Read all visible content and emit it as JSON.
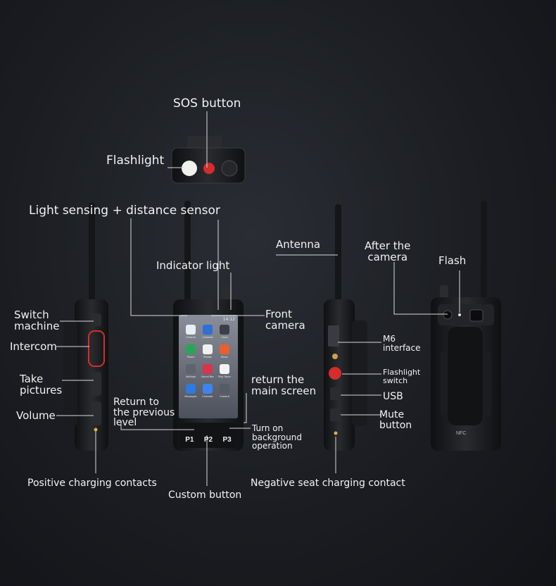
{
  "labels": {
    "sos_button": "SOS button",
    "flashlight_top": "Flashlight",
    "light_sensor": "Light sensing + distance sensor",
    "indicator_light": "Indicator light",
    "front_camera_1": "Front",
    "front_camera_2": "camera",
    "switch_machine_1": "Switch",
    "switch_machine_2": "machine",
    "intercom": "Intercom",
    "take_pictures_1": "Take",
    "take_pictures_2": "pictures",
    "volume": "Volume",
    "return_previous_1": "Return to",
    "return_previous_2": "the previous",
    "return_previous_3": "level",
    "return_main_1": "return the",
    "return_main_2": "main screen",
    "turn_on_bg_1": "Turn on",
    "turn_on_bg_2": "background",
    "turn_on_bg_3": "operation",
    "positive_contacts": "Positive charging contacts",
    "custom_button": "Custom button",
    "negative_contact": "Negative seat charging contact",
    "antenna": "Antenna",
    "after_camera_1": "After the",
    "after_camera_2": "camera",
    "flash": "Flash",
    "m6_interface_1": "M6",
    "m6_interface_2": "interface",
    "flashlight_switch_1": "Flashlight",
    "flashlight_switch_2": "switch",
    "usb": "USB",
    "mute_button_1": "Mute",
    "mute_button_2": "button"
  },
  "device": {
    "keys": [
      "P1",
      "P2",
      "P3"
    ],
    "status_time": "14:12",
    "nfc_label": "NFC"
  },
  "apps": [
    {
      "name": "Chrome",
      "color": "#e9eef2"
    },
    {
      "name": "Contacts",
      "color": "#2e6fd8"
    },
    {
      "name": "Clock",
      "color": "#3a3f4a"
    },
    {
      "name": "Phone",
      "color": "#2aa557"
    },
    {
      "name": "Photos",
      "color": "#f0f0f0"
    },
    {
      "name": "Music",
      "color": "#e8602c"
    },
    {
      "name": "Settings",
      "color": "#5d6470"
    },
    {
      "name": "Sound Rec",
      "color": "#d8344b"
    },
    {
      "name": "Play Store",
      "color": "#f3f3f3"
    },
    {
      "name": "Messages",
      "color": "#2f79e0"
    },
    {
      "name": "Calendar",
      "color": "#3d84f0"
    },
    {
      "name": "Camera",
      "color": "#555c66"
    }
  ],
  "colors": {
    "accent_red": "#d32d2d",
    "leader_line": "#d9d9d9",
    "body": "#1c1d20"
  }
}
